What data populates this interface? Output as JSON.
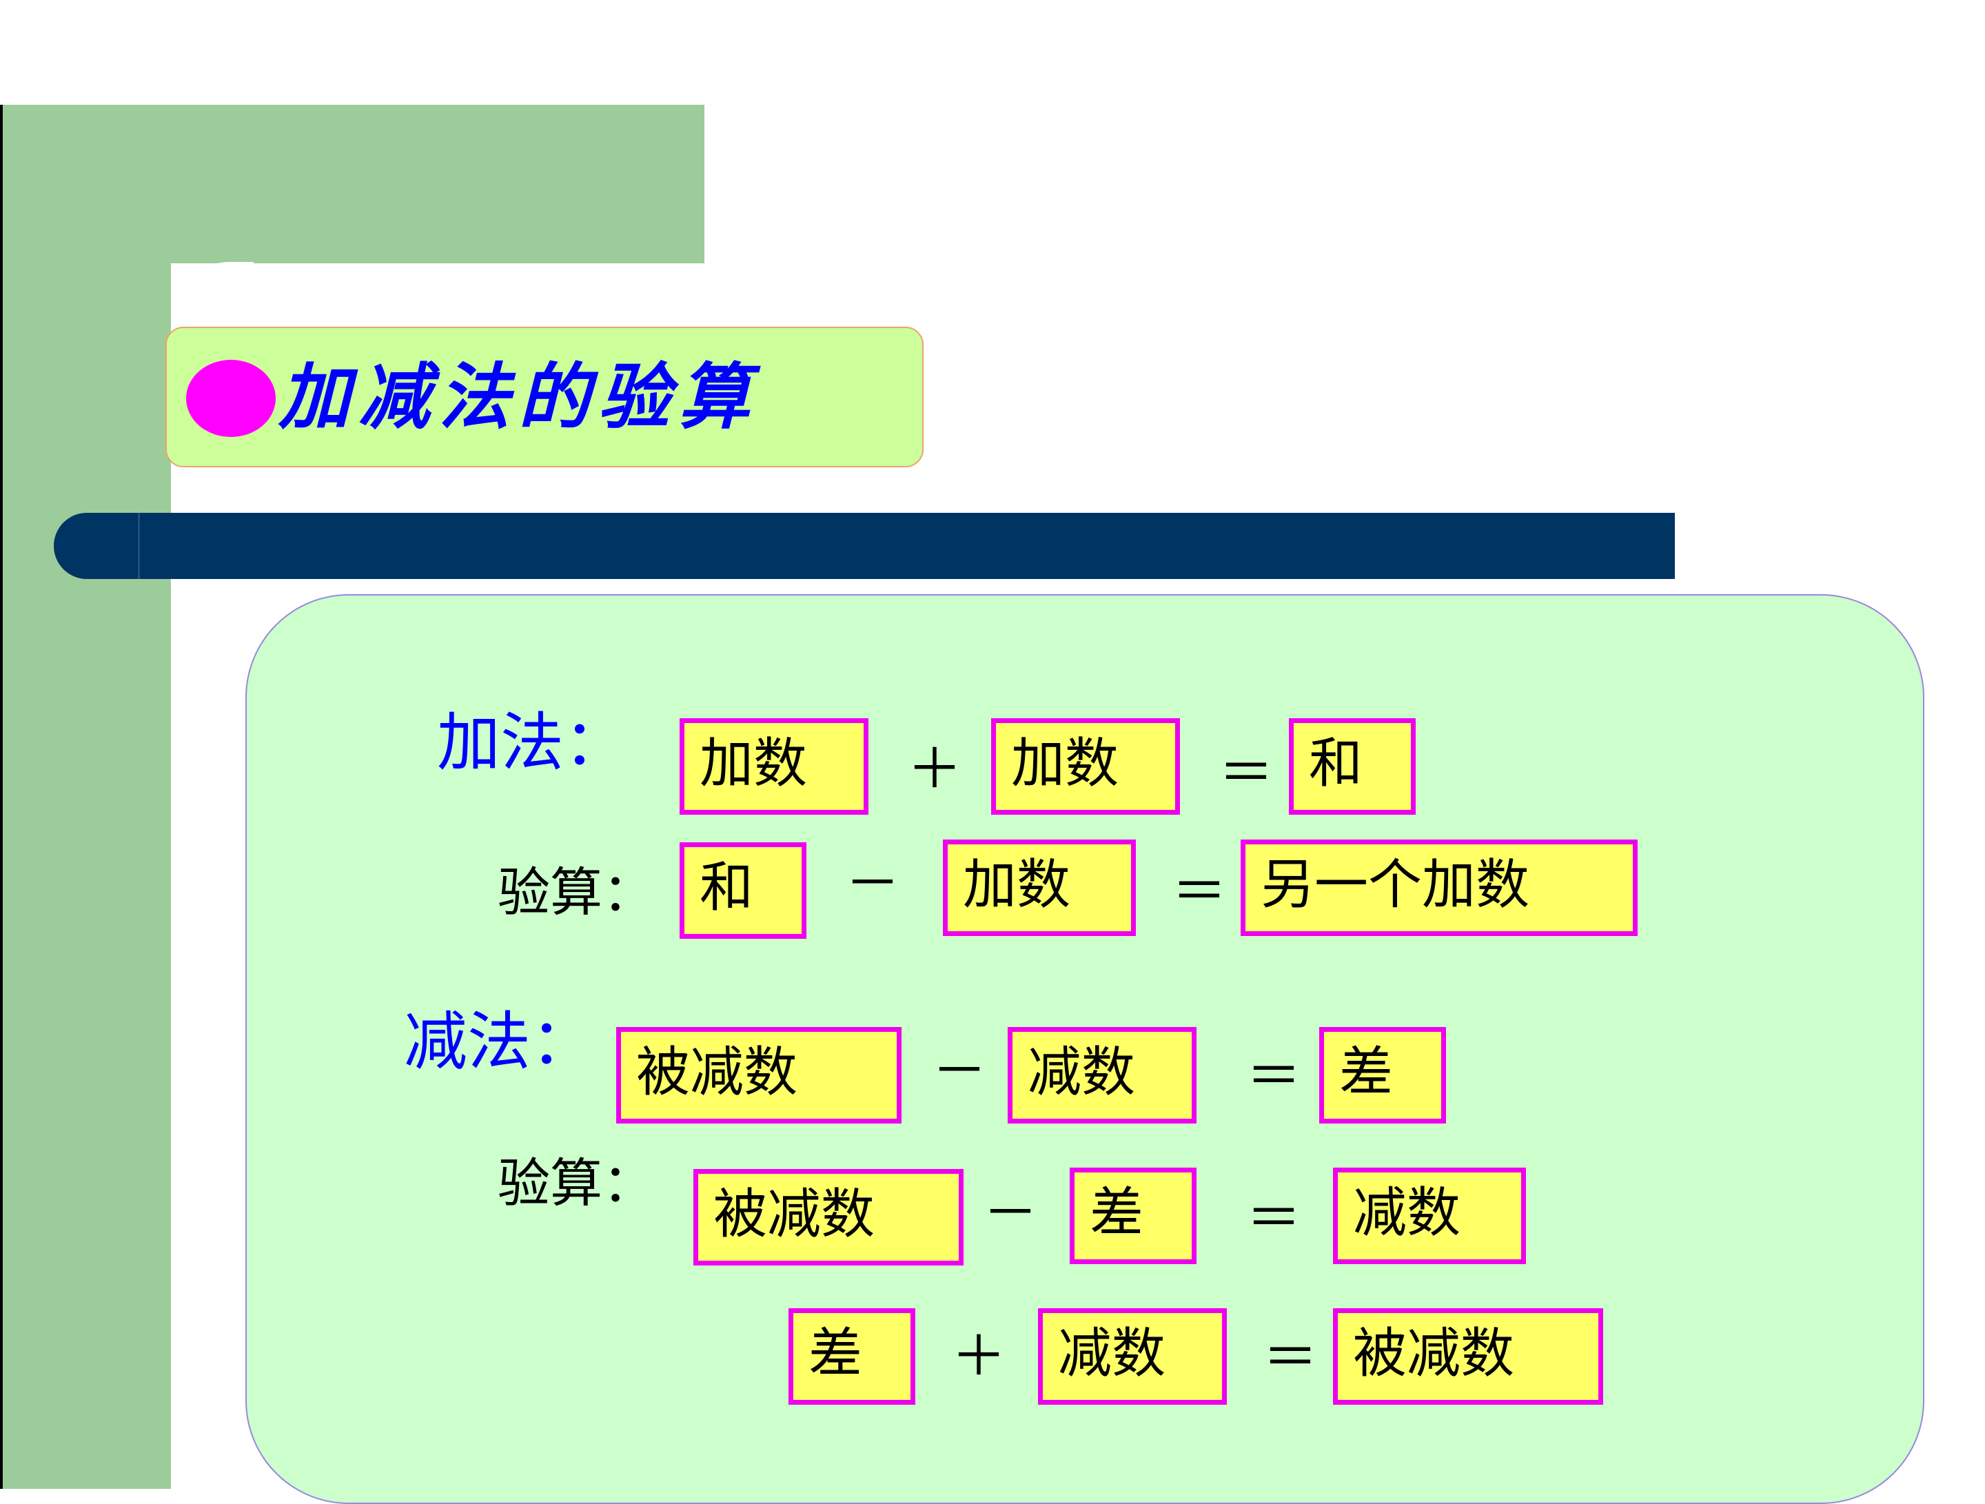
{
  "slide": {
    "title": "加减法的验算"
  },
  "addition": {
    "label": "加法：",
    "equation": [
      "加数",
      "＋",
      "加数",
      "＝",
      "和"
    ],
    "check_label": "验算：",
    "check": [
      "和",
      "－",
      "加数",
      "＝",
      "另一个加数"
    ]
  },
  "subtraction": {
    "label": "减法：",
    "equation": [
      "被减数",
      "－",
      "减数",
      "＝",
      "差"
    ],
    "check_label": "验算：",
    "check1": [
      "被减数",
      "－",
      "差",
      "＝",
      "减数"
    ],
    "check2": [
      "差",
      "＋",
      "减数",
      "＝",
      "被减数"
    ]
  },
  "colors": {
    "box_fill": "#ffff66",
    "box_border": "#ee00ee",
    "panel": "#ccffcc",
    "accent_text": "#0000ff",
    "bullet": "#ff00ff",
    "navy_bar": "#003463",
    "side_green": "#9ccc9a"
  }
}
